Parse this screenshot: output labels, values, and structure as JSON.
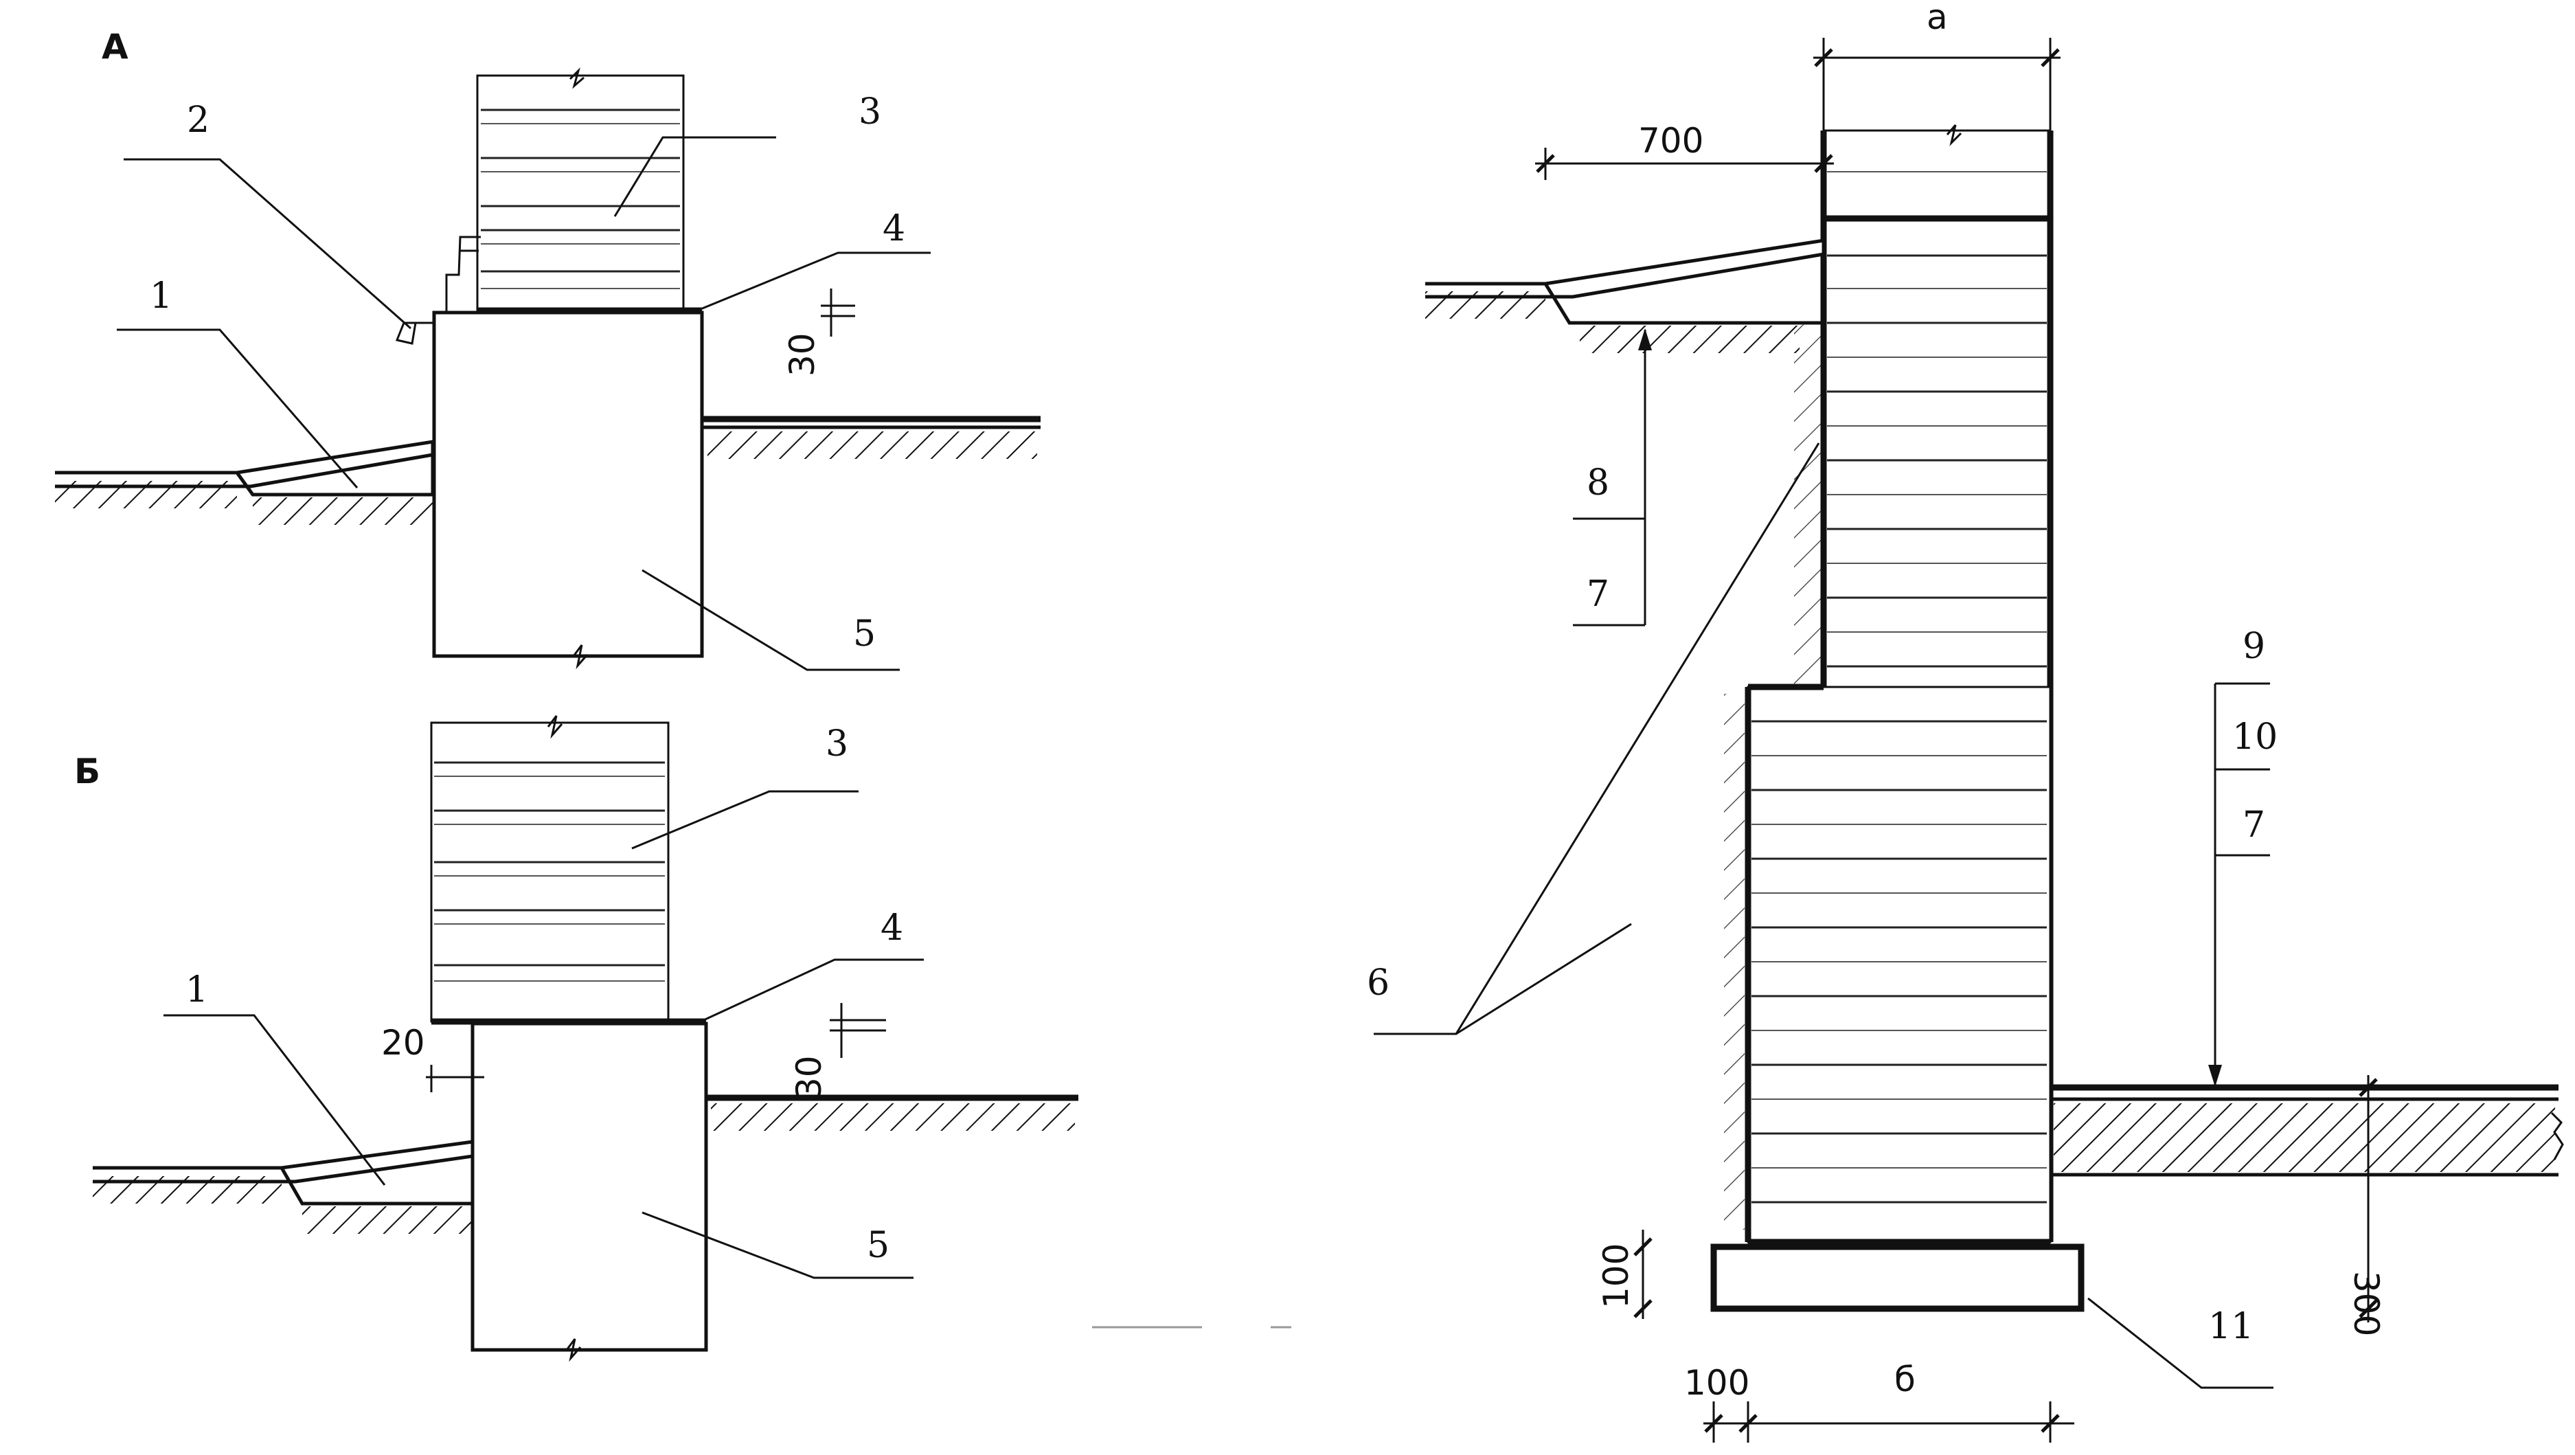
{
  "sections": {
    "a": "А",
    "b": "Б"
  },
  "callouts": [
    "1",
    "2",
    "3",
    "4",
    "5",
    "6",
    "7",
    "8",
    "9",
    "10",
    "11"
  ],
  "dimensions": {
    "thirty": "30",
    "twenty": "20",
    "seven_hundred": "700",
    "one_hundred": "100",
    "three_hundred": "300",
    "width_a": "a",
    "width_b": "б"
  }
}
